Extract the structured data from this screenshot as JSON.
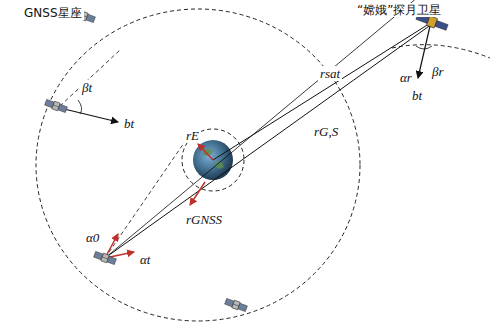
{
  "diagram": {
    "labels": [
      "GNSS星座",
      "“嫦娥”探月卫星",
      "βt",
      "bt",
      "rE",
      "rsat",
      "rG,S",
      "αr",
      "βr",
      "bt",
      "α0",
      "αt",
      "rGNSS"
    ]
  }
}
